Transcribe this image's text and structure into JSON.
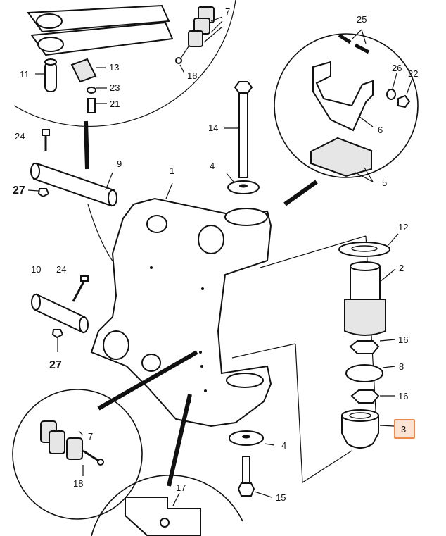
{
  "labels": {
    "l1": "1",
    "l2": "2",
    "l3": "3",
    "l4a": "4",
    "l4b": "4",
    "l5": "5",
    "l6": "6",
    "l7a": "7",
    "l7b": "7",
    "l8": "8",
    "l9": "9",
    "l10": "10",
    "l11": "11",
    "l12": "12",
    "l13": "13",
    "l14": "14",
    "l15": "15",
    "l16a": "16",
    "l16b": "16",
    "l17": "17",
    "l18a": "18",
    "l18b": "18",
    "l21": "21",
    "l22": "22",
    "l23": "23",
    "l24a": "24",
    "l24b": "24",
    "l25": "25",
    "l26": "26",
    "l27a": "27",
    "l27b": "27"
  },
  "highlight": {
    "part": "3",
    "border_color": "#f08a4b",
    "fill_color": "#fde3d3"
  }
}
